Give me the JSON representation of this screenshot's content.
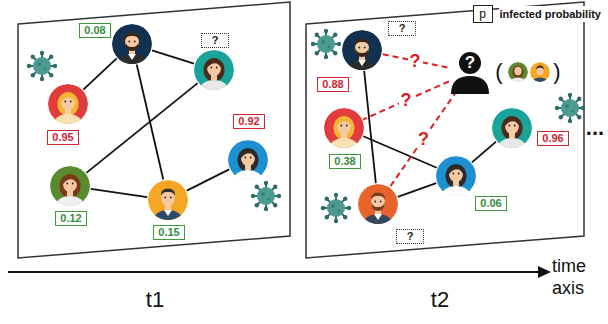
{
  "diagram": {
    "nodes": [
      {
        "text": [
          "0.08"
        ]
      },
      {
        "text": [
          "?"
        ]
      },
      {
        "text": [
          "0.95"
        ]
      },
      {
        "text": [
          "0.92"
        ]
      },
      {
        "text": [
          "0.12"
        ]
      },
      {
        "text": [
          "0.15"
        ]
      },
      {
        "text": [
          "?",
          "0.88"
        ]
      },
      {
        "text": [
          "?"
        ]
      },
      {
        "text": [
          "0.96"
        ]
      },
      {
        "text": [
          "0.38"
        ]
      },
      {
        "text": [
          "0.06"
        ]
      },
      {
        "text": [
          "?"
        ]
      }
    ],
    "edges": [
      {
        "from": 0,
        "to": 1,
        "arrow": "none"
      },
      {
        "from": 0,
        "to": 2,
        "arrow": "none"
      },
      {
        "from": 0,
        "to": 5,
        "arrow": "none"
      },
      {
        "from": 1,
        "to": 4,
        "arrow": "none"
      },
      {
        "from": 4,
        "to": 5,
        "arrow": "none"
      },
      {
        "from": 5,
        "to": 3,
        "arrow": "none"
      },
      {
        "from": 6,
        "to": 11,
        "arrow": "none"
      },
      {
        "from": 9,
        "to": 10,
        "arrow": "none"
      },
      {
        "from": 10,
        "to": 8,
        "arrow": "none"
      },
      {
        "from": 10,
        "to": 11,
        "arrow": "none"
      },
      {
        "from": 7,
        "to": 6,
        "label": "?",
        "arrow": "none"
      },
      {
        "from": 7,
        "to": 9,
        "label": "?",
        "arrow": "none"
      },
      {
        "from": 7,
        "to": 11,
        "label": "?",
        "arrow": "none"
      }
    ],
    "labels": [
      "p",
      "(",
      ")",
      "...",
      "t1",
      "t2",
      "time axis"
    ],
    "legend": [
      {
        "text": "infected probability"
      }
    ]
  }
}
